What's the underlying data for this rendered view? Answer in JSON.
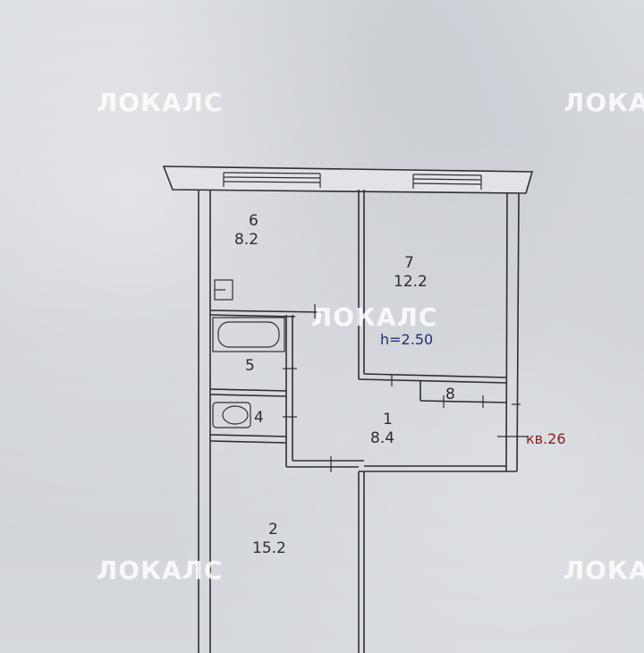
{
  "rooms": [
    {
      "number": "6",
      "area": "8.2"
    },
    {
      "number": "7",
      "area": "12.2"
    },
    {
      "number": "5",
      "area": ""
    },
    {
      "number": "4",
      "area": ""
    },
    {
      "number": "1",
      "area": "8.4"
    },
    {
      "number": "2",
      "area": "15.2"
    },
    {
      "number": "8",
      "area": ""
    }
  ],
  "ceiling_height": "h=2.50",
  "apartment_label": "кв.26",
  "watermark": "ЛОКАЛС",
  "colors": {
    "walls": "#2e2f33",
    "height_text": "#1f2f7a",
    "apartment_text": "#8a2020",
    "watermark": "#ffffff"
  }
}
